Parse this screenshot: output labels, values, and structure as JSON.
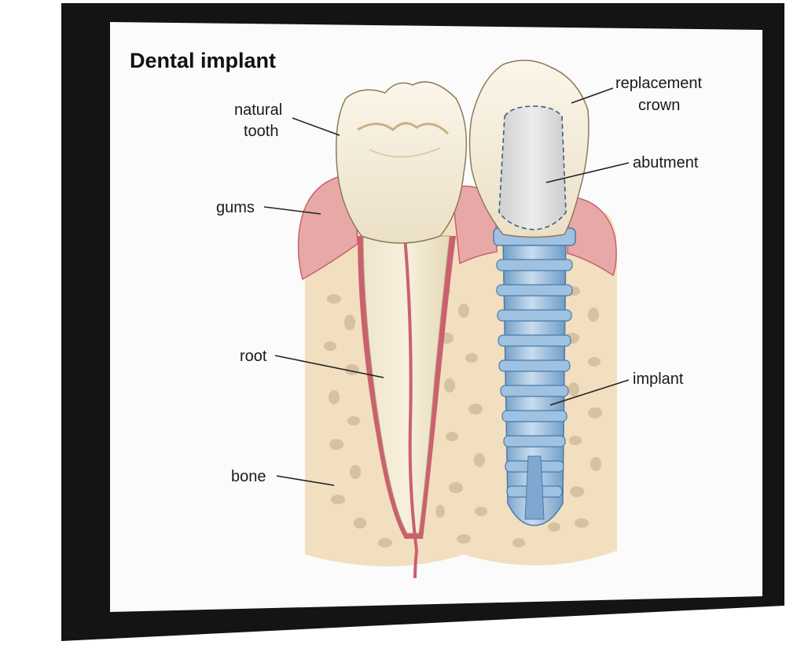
{
  "title": "Dental implant",
  "labels": {
    "natural_tooth": [
      "natural",
      "tooth"
    ],
    "gums": "gums",
    "root": "root",
    "bone": "bone",
    "replacement_crown": [
      "replacement",
      "crown"
    ],
    "abutment": "abutment",
    "implant": "implant"
  },
  "colors": {
    "frame": "#141414",
    "canvas": "#fbfbfb",
    "bone": "#f2dfc0",
    "bone_pores": "#d7c1a0",
    "gums": "#e8a8a8",
    "gum_line": "#c9616f",
    "enamel": "#f2e9d6",
    "root": "#ece2c7",
    "implant": "#8fb4d6",
    "abutment": "#d9d9d9"
  }
}
